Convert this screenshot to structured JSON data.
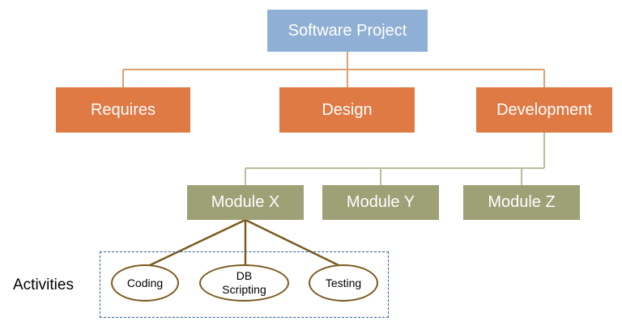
{
  "diagram": {
    "root": {
      "label": "Software Project"
    },
    "phases": [
      {
        "label": "Requires"
      },
      {
        "label": "Design"
      },
      {
        "label": "Development"
      }
    ],
    "modules": [
      {
        "label": "Module X"
      },
      {
        "label": "Module Y"
      },
      {
        "label": "Module Z"
      }
    ],
    "activities_label": "Activities",
    "activities": [
      {
        "label": "Coding"
      },
      {
        "label": "DB\nScripting"
      },
      {
        "label": "Testing"
      }
    ]
  },
  "colors": {
    "root_fill": "#8fb0d4",
    "phase_fill": "#e07a45",
    "module_fill": "#9ea076",
    "phase_connector": "#e0a070",
    "module_connector": "#b8bf9a",
    "activity_connector": "#7a5a1e",
    "activities_frame": "#2f5f8a"
  }
}
